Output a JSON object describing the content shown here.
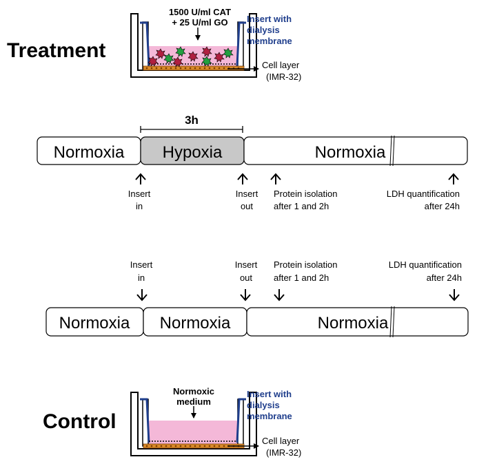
{
  "treatment": {
    "title": "Treatment",
    "reagent_line1": "1500 U/ml CAT",
    "reagent_line2": "+ 25 U/ml GO",
    "insert_line1": "Insert with",
    "insert_line2": "dialysis",
    "insert_line3": "membrane",
    "cell_line1": "Cell layer",
    "cell_line2": "(IMR-32)"
  },
  "timeline_treatment": {
    "duration": "3h",
    "seg1": "Normoxia",
    "seg2": "Hypoxia",
    "seg3": "Normoxia",
    "insert_in_1": "Insert",
    "insert_in_2": "in",
    "insert_out_1": "Insert",
    "insert_out_2": "out",
    "protein_1": "Protein isolation",
    "protein_2": "after 1 and 2h",
    "ldh_1": "LDH quantification",
    "ldh_2": "after 24h"
  },
  "timeline_control": {
    "seg1": "Normoxia",
    "seg2": "Normoxia",
    "seg3": "Normoxia",
    "insert_in_1": "Insert",
    "insert_in_2": "in",
    "insert_out_1": "Insert",
    "insert_out_2": "out",
    "protein_1": "Protein isolation",
    "protein_2": "after 1 and 2h",
    "ldh_1": "LDH quantification",
    "ldh_2": "after 24h"
  },
  "control": {
    "title": "Control",
    "medium_line1": "Normoxic",
    "medium_line2": "medium",
    "insert_line1": "Insert with",
    "insert_line2": "dialysis",
    "insert_line3": "membrane",
    "cell_line1": "Cell layer",
    "cell_line2": "(IMR-32)"
  },
  "colors": {
    "insert_blue": "#1f3e8c",
    "medium_pink": "#f4b8d8",
    "hypoxia_gray": "#c8c8c8",
    "cell_orange": "#d98a2b"
  }
}
